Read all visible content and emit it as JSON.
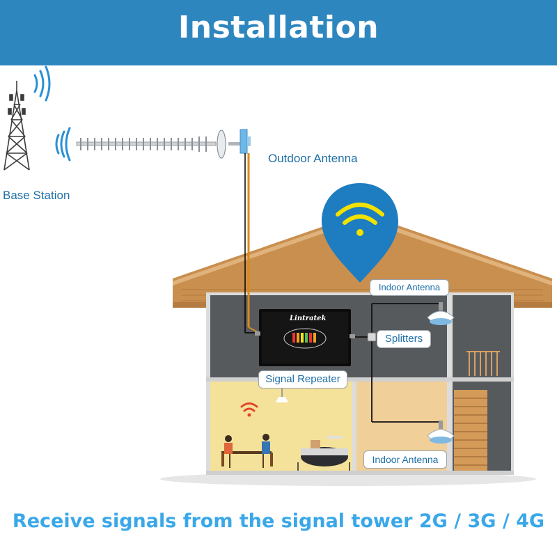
{
  "header": {
    "title": "Installation"
  },
  "labels": {
    "base_station": "Base Station",
    "outdoor_antenna": "Outdoor Antenna",
    "indoor_antenna_top": "Indoor Antenna",
    "splitters": "Splitters",
    "signal_repeater": "Signal Repeater",
    "indoor_antenna_bottom": "Indoor Antenna"
  },
  "repeater": {
    "brand": "Lintratek"
  },
  "footer": {
    "caption": "Receive signals from the signal tower 2G / 3G / 4G"
  },
  "colors": {
    "banner": "#2e86bf",
    "label_text": "#1f6fa6",
    "footer_text": "#3aa8e8",
    "wifi_pin": "#1e7cc0",
    "wifi_waves": "#f2e200",
    "roof": "#c98f4f"
  }
}
